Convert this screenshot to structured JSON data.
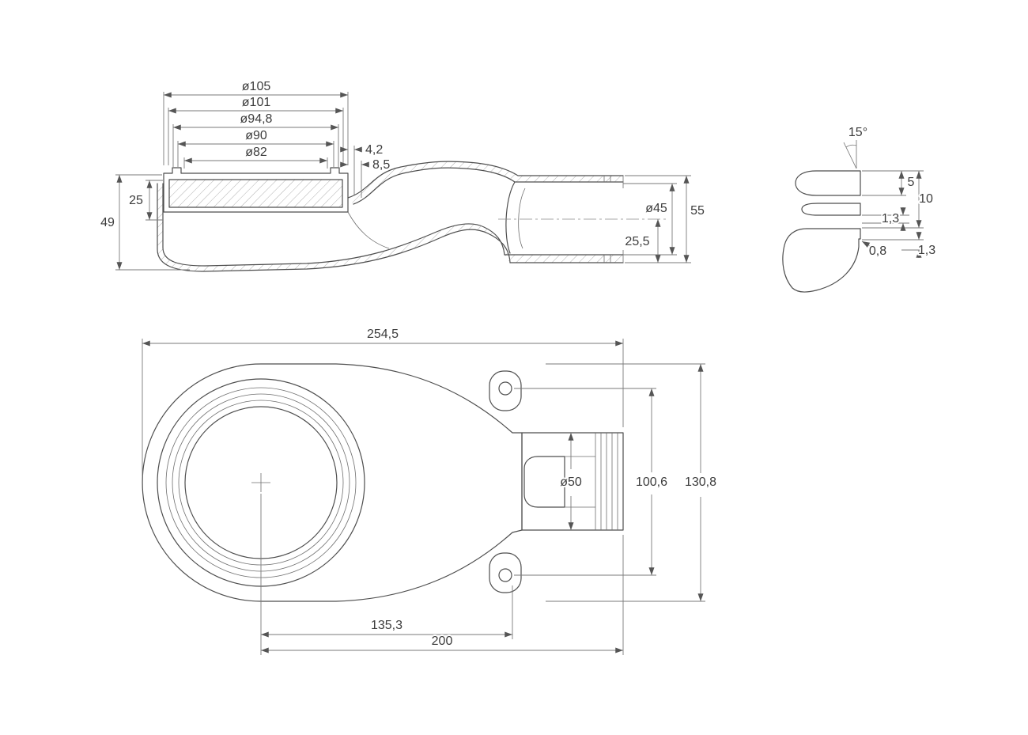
{
  "canvas": {
    "background": "#ffffff",
    "line_color": "#4e4e4e",
    "dimension_color": "#7a7a7a",
    "text_color": "#3c3c3c"
  },
  "section_view": {
    "dims": {
      "d105": "ø105",
      "d101": "ø101",
      "d948": "ø94,8",
      "d90": "ø90",
      "d82": "ø82",
      "d42": "4,2",
      "d85": "8,5",
      "d25": "25",
      "d49": "49",
      "d45": "ø45",
      "d55": "55",
      "d255": "25,5"
    }
  },
  "detail_view": {
    "dims": {
      "angle": "15°",
      "d5": "5",
      "d10": "10",
      "d13a": "1,3",
      "d13b": "1,3",
      "d08": "0,8"
    }
  },
  "plan_view": {
    "dims": {
      "d2545": "254,5",
      "d50": "ø50",
      "d1006": "100,6",
      "d1308": "130,8",
      "d1353": "135,3",
      "d200": "200"
    }
  }
}
